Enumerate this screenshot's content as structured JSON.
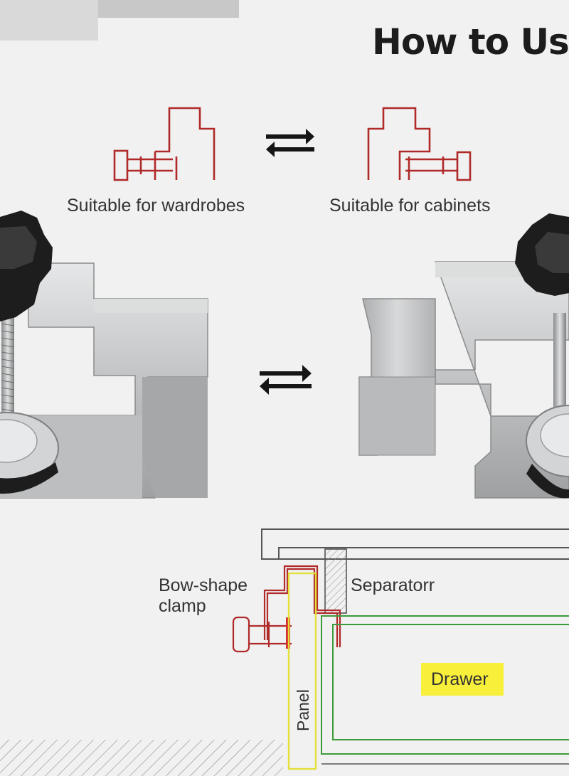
{
  "header": {
    "title": "How to Us"
  },
  "usage": {
    "wardrobe_caption": "Suitable for wardrobes",
    "cabinet_caption": "Suitable for cabinets"
  },
  "diagram": {
    "clamp_label_line1": "Bow-shape",
    "clamp_label_line2": "clamp",
    "separator_label": "Separatorr",
    "drawer_label": "Drawer",
    "panel_label": "Panel"
  },
  "colors": {
    "clamp_outline": "#b02a2a",
    "panel_outline": "#e5df3a",
    "drawer_outline": "#3c9a3c",
    "drawer_label_bg": "#f7ef3a",
    "metal": "#c9cacb",
    "knob": "#1d1d1d"
  },
  "icons": {
    "swap_arrows": "swap-arrows-icon"
  }
}
